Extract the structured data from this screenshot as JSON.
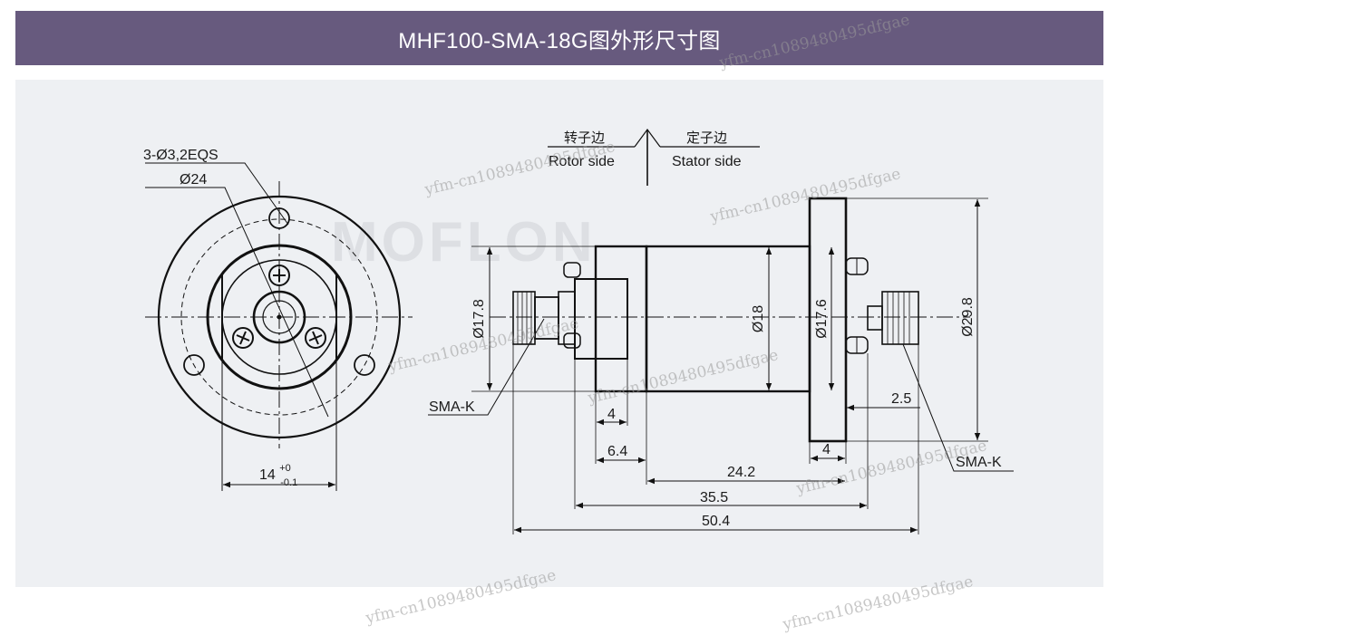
{
  "header": {
    "title": "MHF100-SMA-18G图外形尺寸图"
  },
  "brand": {
    "logo_text": "MOFLON"
  },
  "front_view": {
    "hole_callout": "3-Ø3,2EQS",
    "pcd_label": "Ø24",
    "width_label_main": "14",
    "width_tol_upper": "+0",
    "width_tol_lower": "-0.1"
  },
  "side_view": {
    "rotor_side_cn": "转子边",
    "rotor_side_en": "Rotor side",
    "stator_side_cn": "定子边",
    "stator_side_en": "Stator side",
    "dia_left": "Ø17.8",
    "dia_body": "Ø18",
    "dia_flange_inner": "Ø17.6",
    "dia_flange": "Ø29.8",
    "connector_left": "SMA-K",
    "connector_right": "SMA-K",
    "dim_4_left": "4",
    "dim_6_4": "6.4",
    "dim_24_2": "24.2",
    "dim_35_5": "35.5",
    "dim_50_4": "50.4",
    "dim_2_5": "2.5",
    "dim_4_right": "4"
  },
  "watermark": {
    "text": "yfm-cn1089480495dfgae"
  },
  "colors": {
    "banner": "#675a7e",
    "panel": "#eef0f3",
    "line": "#111111"
  }
}
